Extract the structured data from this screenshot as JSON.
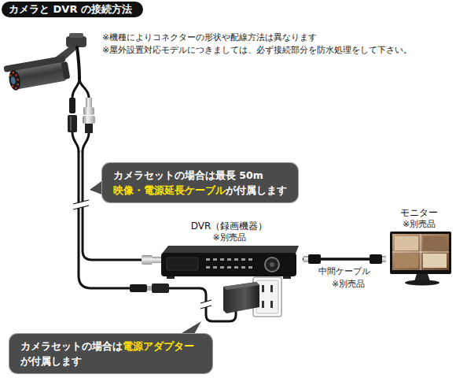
{
  "diagram": {
    "title": "カメラと DVR の接続方法",
    "nodes": [
      {
        "text": [
          "カメラセットの場合は最長 50m",
          "映像・電源延長ケーブル",
          "が付属します"
        ]
      },
      {
        "text": [
          "DVR（録画機器）",
          "※別売品"
        ]
      },
      {
        "text": [
          "モニター",
          "※別売品"
        ]
      },
      {
        "text": [
          "カメラセットの場合は",
          "電源アダプター",
          "が付属します"
        ]
      }
    ],
    "edges": [
      {
        "from": 1,
        "to": 2,
        "arrow": "none",
        "label": "中間ケーブル"
      }
    ],
    "labels": [
      "※機種によりコネクターの形状や配線方法は異なります",
      "※屋外設置対応モデルにつきましては、必ず接続部分を防水処理をして下さい。",
      "※別売品"
    ]
  }
}
